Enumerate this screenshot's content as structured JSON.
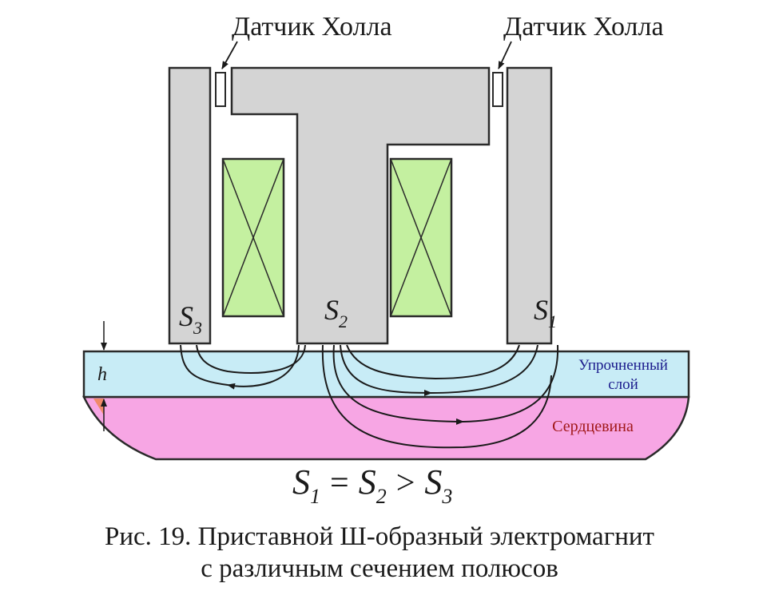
{
  "sensors": {
    "left_label": "Датчик Холла",
    "right_label": "Датчик Холла"
  },
  "poles": [
    {
      "id": "S3",
      "letter": "S",
      "index": "3"
    },
    {
      "id": "S2",
      "letter": "S",
      "index": "2"
    },
    {
      "id": "S1",
      "letter": "S",
      "index": "1"
    }
  ],
  "layers": {
    "hardened_line1": "Упрочненный",
    "hardened_line2": "слой",
    "core": "Сердцевина",
    "depth_symbol": "h"
  },
  "equation": {
    "s1_letter": "S",
    "s1_index": "1",
    "op1": "=",
    "s2_letter": "S",
    "s2_index": "2",
    "op2": ">",
    "s3_letter": "S",
    "s3_index": "3"
  },
  "caption": {
    "line1": "Рис. 19. Приставной Ш-образный электромагнит",
    "line2": "с различным сечением полюсов"
  },
  "colors": {
    "magnet": "#d4d4d4",
    "coil": "#c4f0a0",
    "hardened": "#c8ecf6",
    "core": "#f7a6e4",
    "hardened_text": "#1a1a8c",
    "core_text": "#a01818"
  }
}
